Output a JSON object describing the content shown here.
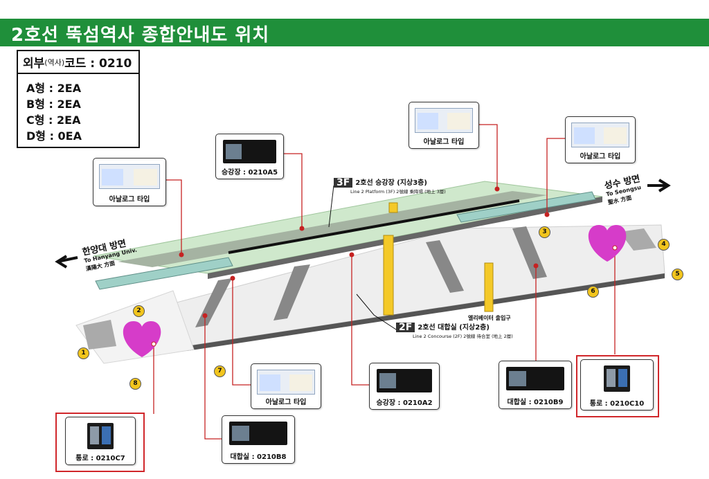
{
  "title": "2호선 뚝섬역사 종합안내도 위치",
  "code_box": {
    "header_prefix": "외부",
    "header_small": "(역사)",
    "header_suffix": "코드 : 0210",
    "types": [
      "A형 : 2EA",
      "B형 : 2EA",
      "C형 : 2EA",
      "D형 : 0EA"
    ]
  },
  "cards": [
    {
      "label": "승강장 : 0210A5",
      "kind": "digital"
    },
    {
      "label": "아날로그 타입",
      "kind": "analog"
    },
    {
      "label": "아날로그 타입",
      "kind": "analog"
    },
    {
      "label": "아날로그 타입",
      "kind": "analog"
    },
    {
      "label": "아날로그 타입",
      "kind": "analog"
    },
    {
      "label": "승강장 : 0210A2",
      "kind": "digital"
    },
    {
      "label": "대합실 : 0210B9",
      "kind": "digital"
    },
    {
      "label": "통로 : 0210C10",
      "kind": "kiosk"
    },
    {
      "label": "통로 : 0210C7",
      "kind": "kiosk"
    },
    {
      "label": "대합실 : 0210B8",
      "kind": "digital"
    }
  ],
  "platform": {
    "badge": "3F",
    "title": "2호선 승강장 (지상3층)",
    "sub": "Line 2 Platform (3F) 2號線 乘降場 (地上 3層)"
  },
  "concourse": {
    "badge": "2F",
    "title": "2호선 대합실 (지상2층)",
    "sub": "Line 2 Concourse (2F) 2號線 待合室 (地上 2層)"
  },
  "direction_right": {
    "ko": "성수 방면",
    "en": "To Seongsu",
    "cn": "聖水 方面"
  },
  "direction_left": {
    "ko": "한양대 방면",
    "en": "To Hanyang Univ.",
    "cn": "漢陽大 方面"
  },
  "elevator_label": "엘리베이터 출입구",
  "exits": [
    "1",
    "2",
    "3",
    "4",
    "5",
    "6",
    "7",
    "8"
  ],
  "colors": {
    "title_bar": "#1f8f3a",
    "highlight": "#d0262a",
    "heart": "#d63cc9",
    "platform": "#cfe8cc",
    "exit": "#f2c51d"
  }
}
